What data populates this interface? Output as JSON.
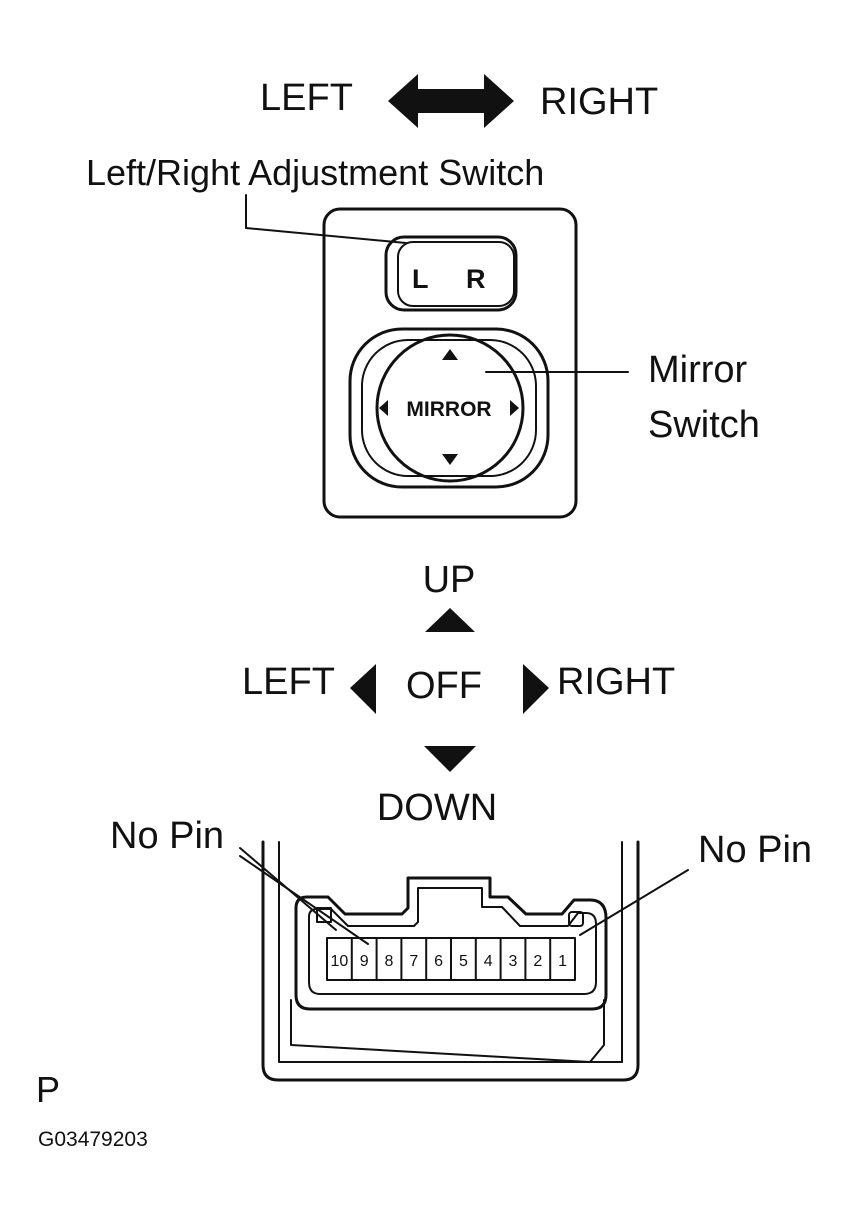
{
  "top_direction": {
    "left": "LEFT",
    "right": "RIGHT"
  },
  "adjustment_switch": {
    "label": "Left/Right Adjustment Switch",
    "left_key": "L",
    "right_key": "R"
  },
  "mirror_switch": {
    "label_line1": "Mirror",
    "label_line2": "Switch",
    "button_text": "MIRROR"
  },
  "direction_pad": {
    "up": "UP",
    "down": "DOWN",
    "left": "LEFT",
    "right": "RIGHT",
    "center": "OFF"
  },
  "connector": {
    "no_pin_left": "No Pin",
    "no_pin_right": "No Pin",
    "pins": [
      "10",
      "9",
      "8",
      "7",
      "6",
      "5",
      "4",
      "3",
      "2",
      "1"
    ]
  },
  "footer": {
    "marker": "P",
    "code": "G03479203"
  }
}
